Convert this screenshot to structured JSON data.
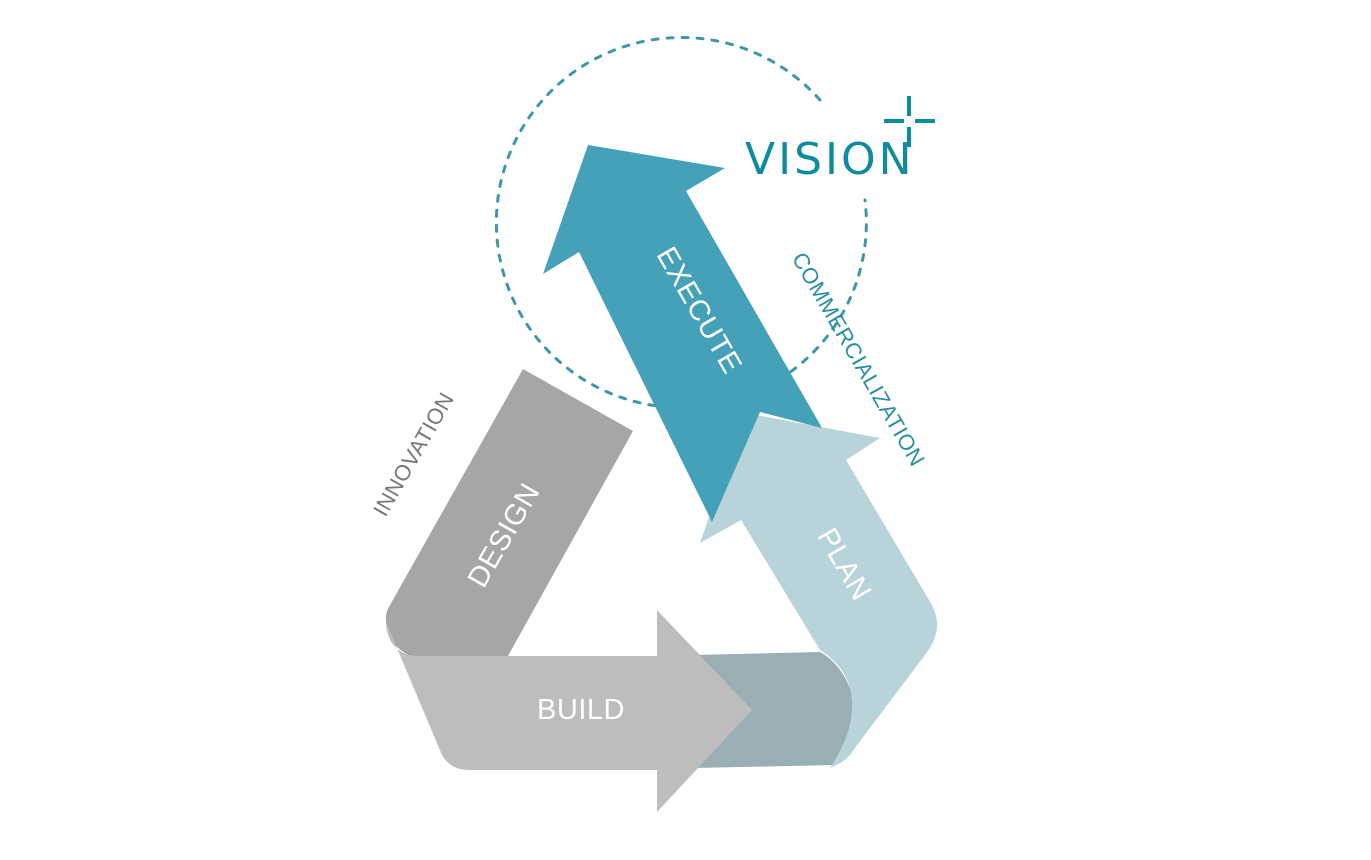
{
  "logo": {
    "text": "VISION",
    "color": "#0f8ba0"
  },
  "stages": {
    "execute": {
      "label": "EXECUTE",
      "color": "#45a1b8"
    },
    "plan": {
      "label": "PLAN",
      "color": "#b9d3da"
    },
    "build": {
      "label": "BUILD",
      "color": "#bdbdbd"
    },
    "design": {
      "label": "DESIGN",
      "color": "#a6a6a6"
    }
  },
  "phases": {
    "innovation": {
      "label": "INNOVATION",
      "color": "#777777"
    },
    "commercialization": {
      "label": "COMMERCIALIZATION",
      "color": "#2a8ea3"
    }
  },
  "accent_colors": {
    "dashed_circle": "#3f96aa",
    "build_shadow": "#9aaeb5",
    "design_fold": "#8f8f8f"
  }
}
